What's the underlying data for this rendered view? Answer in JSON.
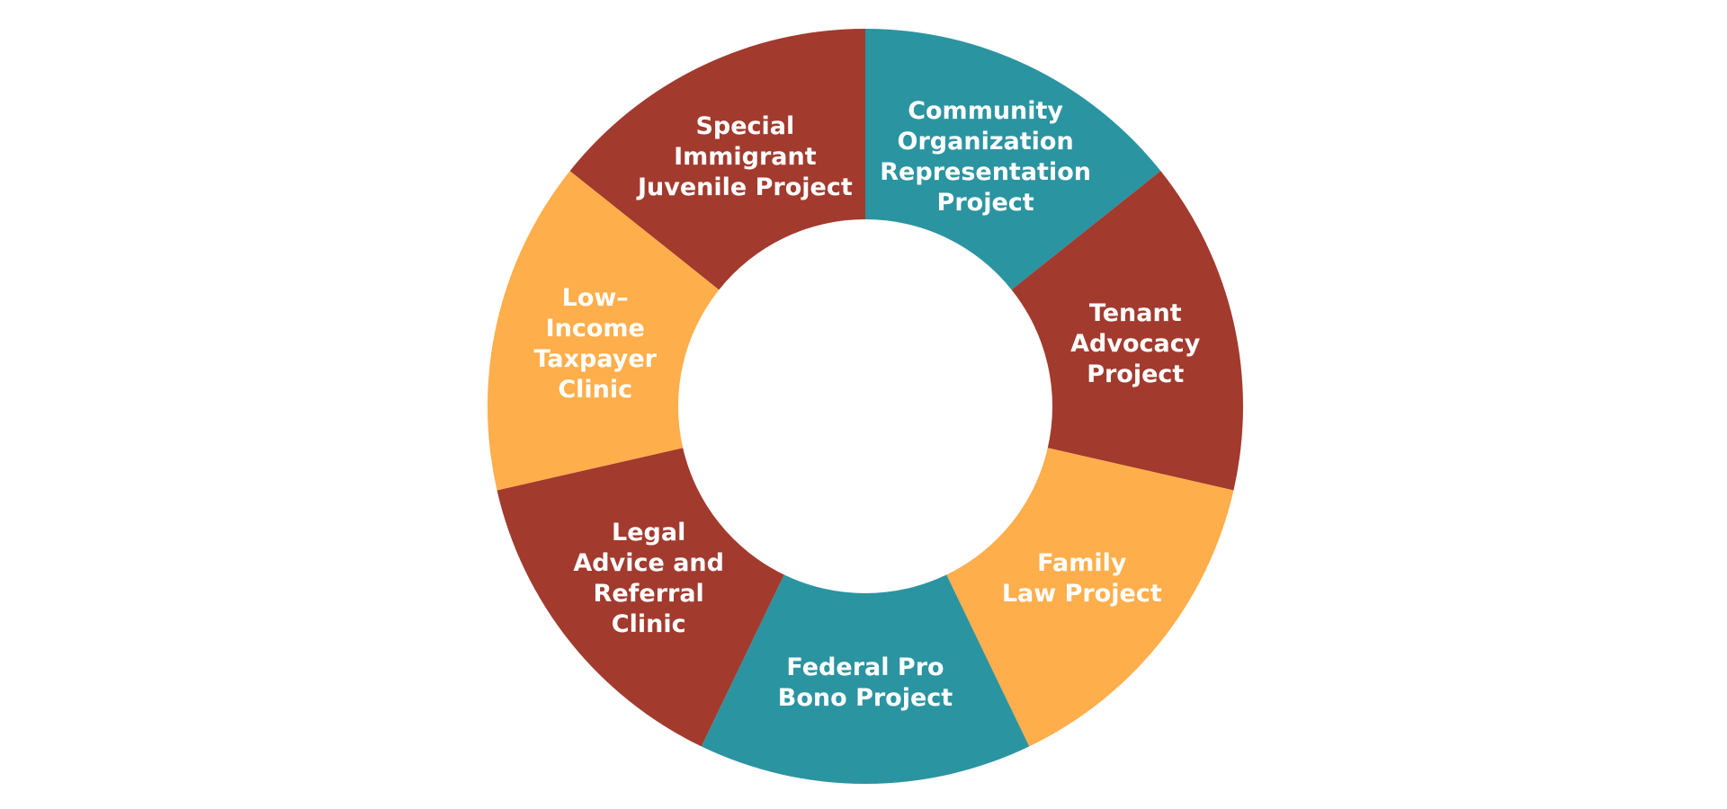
{
  "diagram": {
    "type": "ring",
    "colors": {
      "rust": "#A23A2E",
      "teal": "#2B94A1",
      "amber": "#FEAE4A"
    },
    "segments": [
      {
        "id": "community-organization-representation-project",
        "lines": [
          "Community",
          "Organization",
          "Representation",
          "Project"
        ],
        "color": "teal"
      },
      {
        "id": "tenant-advocacy-project",
        "lines": [
          "Tenant",
          "Advocacy",
          "Project"
        ],
        "color": "rust"
      },
      {
        "id": "family-law-project",
        "lines": [
          "Family",
          "Law Project"
        ],
        "color": "amber"
      },
      {
        "id": "federal-pro-bono-project",
        "lines": [
          "Federal Pro",
          "Bono Project"
        ],
        "color": "teal"
      },
      {
        "id": "legal-advice-and-referral-clinic",
        "lines": [
          "Legal",
          "Advice and",
          "Referral",
          "Clinic"
        ],
        "color": "rust"
      },
      {
        "id": "low-income-taxpayer-clinic",
        "lines": [
          "Low–",
          "Income",
          "Taxpayer",
          "Clinic"
        ],
        "color": "amber"
      },
      {
        "id": "special-immigrant-juvenile-project",
        "lines": [
          "Special",
          "Immigrant",
          "Juvenile Project"
        ],
        "color": "rust"
      }
    ]
  }
}
